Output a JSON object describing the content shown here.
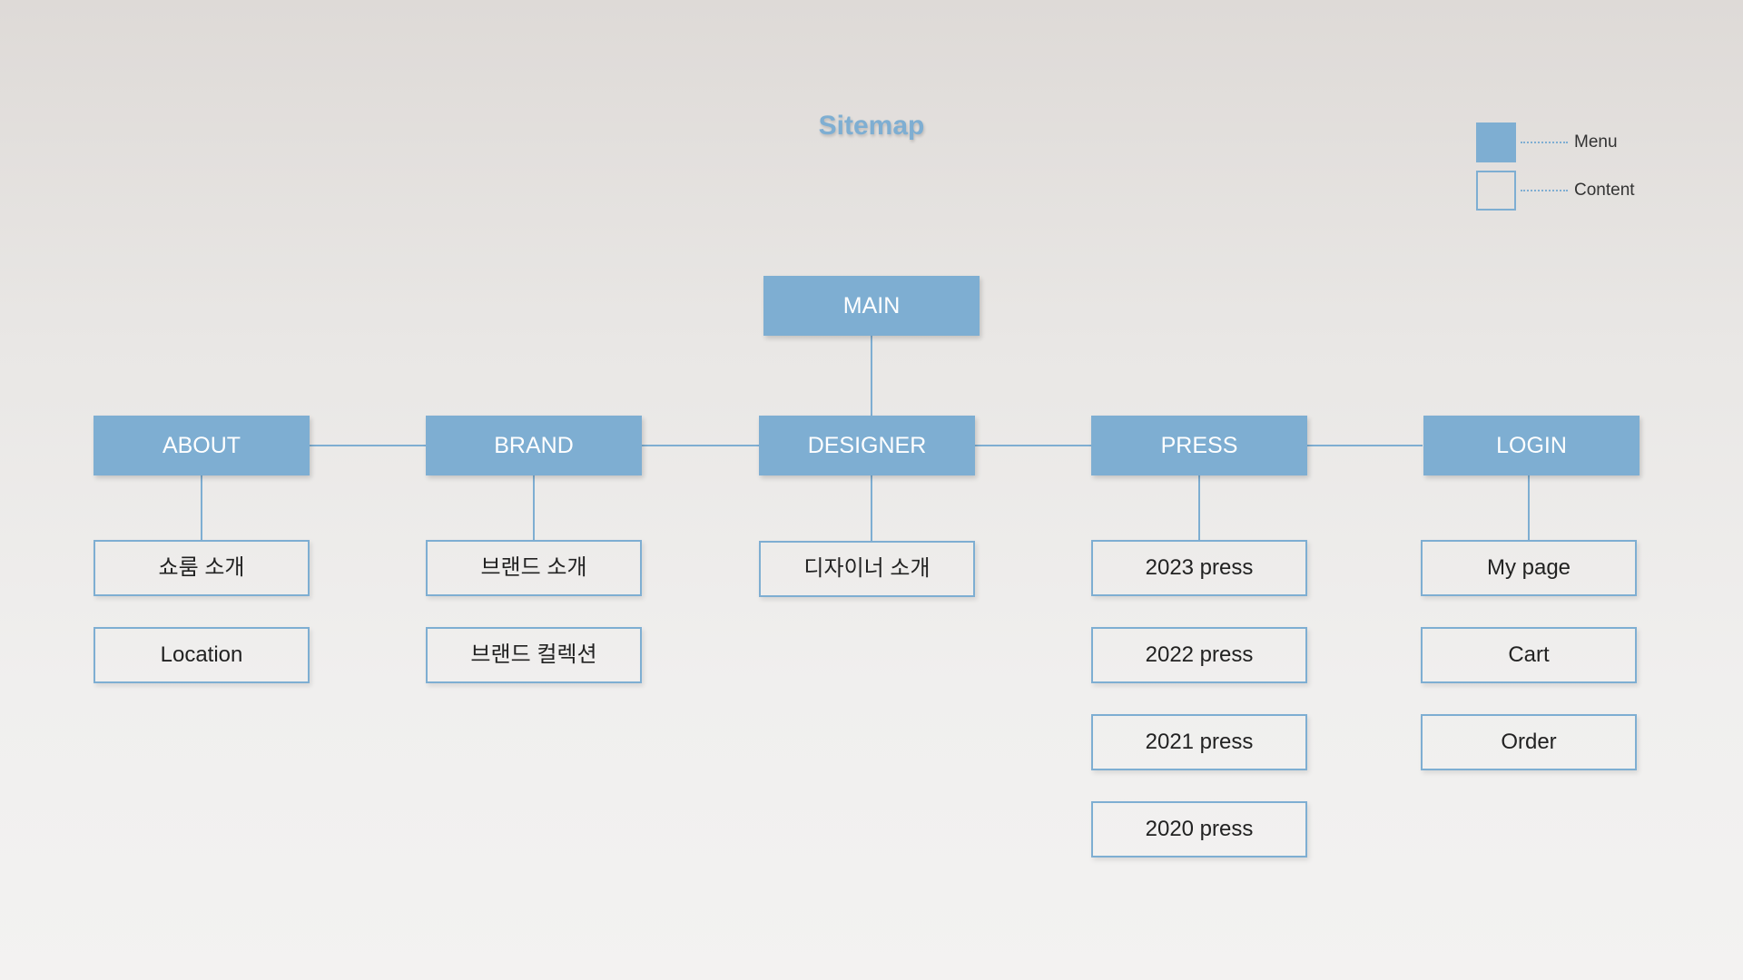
{
  "title": "Sitemap",
  "colors": {
    "accent": "#7eaed2",
    "background": "#ebe9e7",
    "text": "#222222"
  },
  "legend": {
    "menu_label": "Menu",
    "content_label": "Content"
  },
  "root": {
    "label": "MAIN"
  },
  "menus": [
    {
      "label": "ABOUT",
      "children": [
        "쇼룸 소개",
        "Location"
      ]
    },
    {
      "label": "BRAND",
      "children": [
        "브랜드 소개",
        "브랜드 컬렉션"
      ]
    },
    {
      "label": "DESIGNER",
      "children": [
        "디자이너 소개"
      ]
    },
    {
      "label": "PRESS",
      "children": [
        "2023 press",
        "2022 press",
        "2021 press",
        "2020 press"
      ]
    },
    {
      "label": "LOGIN",
      "children": [
        "My page",
        "Cart",
        "Order"
      ]
    }
  ]
}
